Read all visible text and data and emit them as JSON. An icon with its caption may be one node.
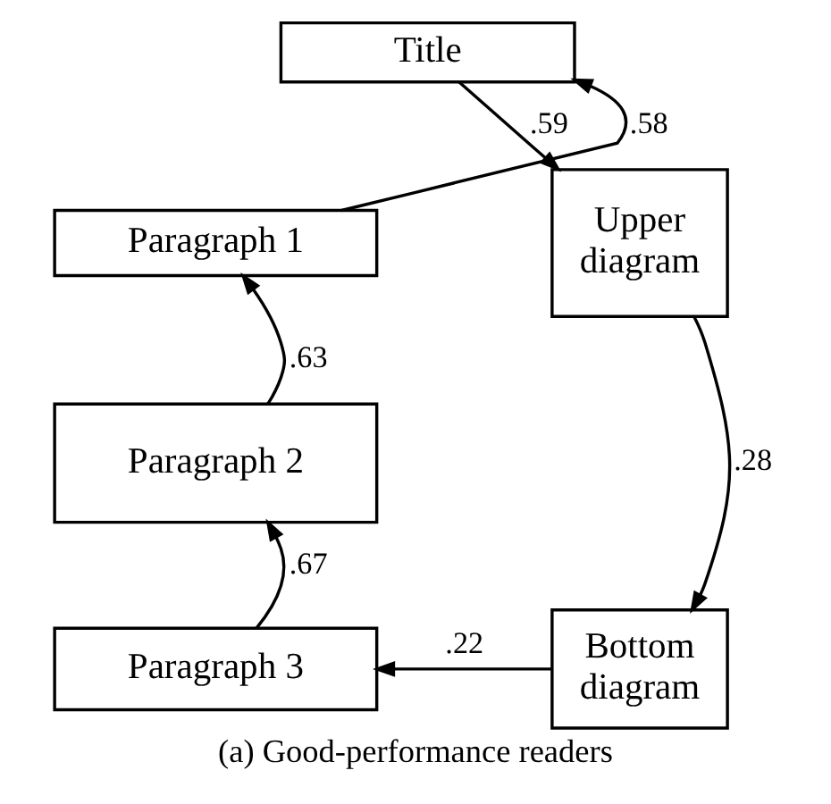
{
  "diagram": {
    "caption": "(a) Good-performance readers",
    "nodes": [
      {
        "text": [
          "Title"
        ]
      },
      {
        "text": [
          "Paragraph 1"
        ]
      },
      {
        "text": [
          "Paragraph 2"
        ]
      },
      {
        "text": [
          "Paragraph 3"
        ]
      },
      {
        "text": [
          "Upper diagram"
        ]
      },
      {
        "text": [
          "Bottom diagram"
        ]
      }
    ],
    "edges": [
      {
        "from": 1,
        "to": 0,
        "arrow": "to",
        "label": ".58"
      },
      {
        "from": 0,
        "to": 4,
        "arrow": "to",
        "label": ".59"
      },
      {
        "from": 2,
        "to": 1,
        "arrow": "to",
        "label": ".63"
      },
      {
        "from": 4,
        "to": 5,
        "arrow": "to",
        "label": ".28"
      },
      {
        "from": 3,
        "to": 2,
        "arrow": "to",
        "label": ".67"
      },
      {
        "from": 5,
        "to": 3,
        "arrow": "to",
        "label": ".22"
      }
    ]
  }
}
